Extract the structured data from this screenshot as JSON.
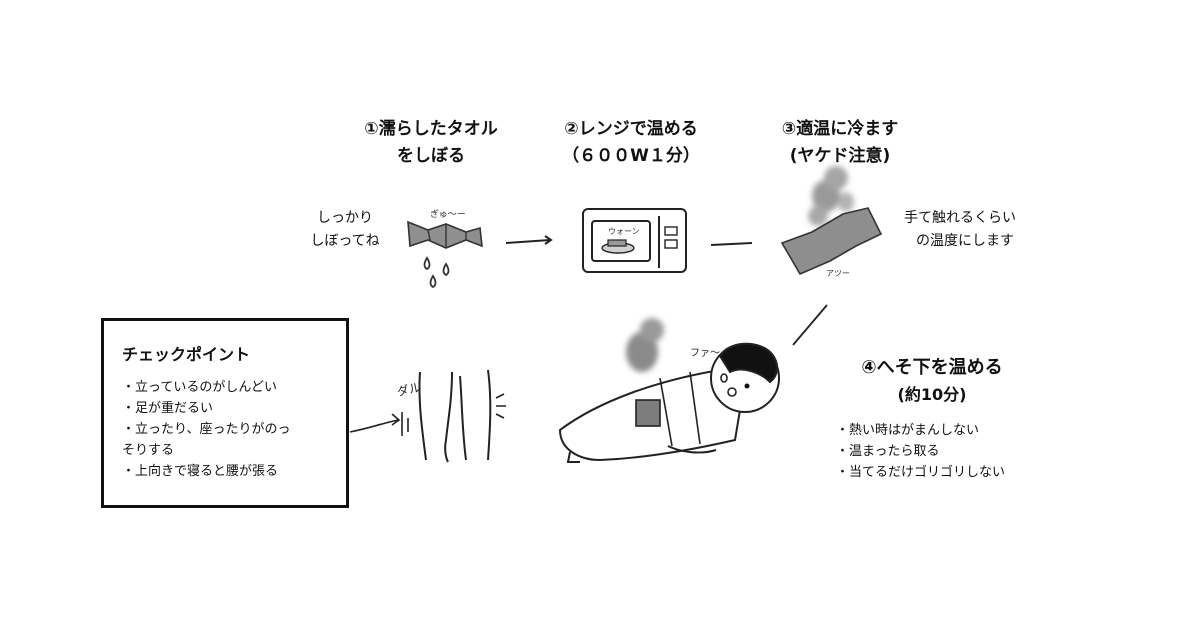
{
  "steps": [
    {
      "title_line1": "①濡らしたタオル",
      "title_line2": "をしぼる",
      "note_line1": "しっかり",
      "note_line2": "しぼってね",
      "sfx": "ぎゅ〜ー"
    },
    {
      "title_line1": "②レンジで温める",
      "title_line2": "（６００W１分）",
      "sfx": "ウォーン"
    },
    {
      "title_line1": "③適温に冷ます",
      "title_line2": "(ヤケド注意)",
      "note_line1": "手て触れるくらい",
      "note_line2": "の温度にします",
      "sfx": "アツー"
    },
    {
      "title_line1": "④へそ下を温める",
      "title_line2": "(約10分)",
      "sfx": "ファ〜"
    }
  ],
  "checkpoint": {
    "title": "チェックポイント",
    "items": [
      "・立っているのがしんどい",
      "・足が重だるい",
      "・立ったり、座ったりがのっ",
      "そりする",
      "・上向きで寝ると腰が張る"
    ],
    "sfx": "ダル"
  },
  "tips": [
    "・熱い時はがまんしない",
    "・温まったら取る",
    "・当てるだけゴリゴリしない"
  ]
}
